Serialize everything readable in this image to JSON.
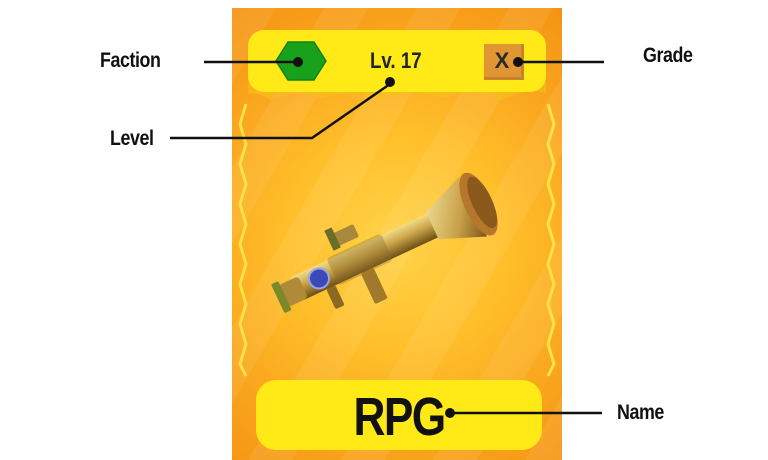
{
  "annotations": {
    "faction": "Faction",
    "level": "Level",
    "grade": "Grade",
    "name": "Name"
  },
  "card": {
    "level_text": "Lv. 17",
    "grade_text": "X",
    "name_text": "RPG",
    "faction_icon": "hexagon-icon",
    "weapon_icon": "rocket-launcher-icon",
    "colors": {
      "card_background": "#f9a21c",
      "header_yellow": "#ffea17",
      "faction_green": "#1aa11c",
      "grade_box": "#e29633"
    }
  }
}
